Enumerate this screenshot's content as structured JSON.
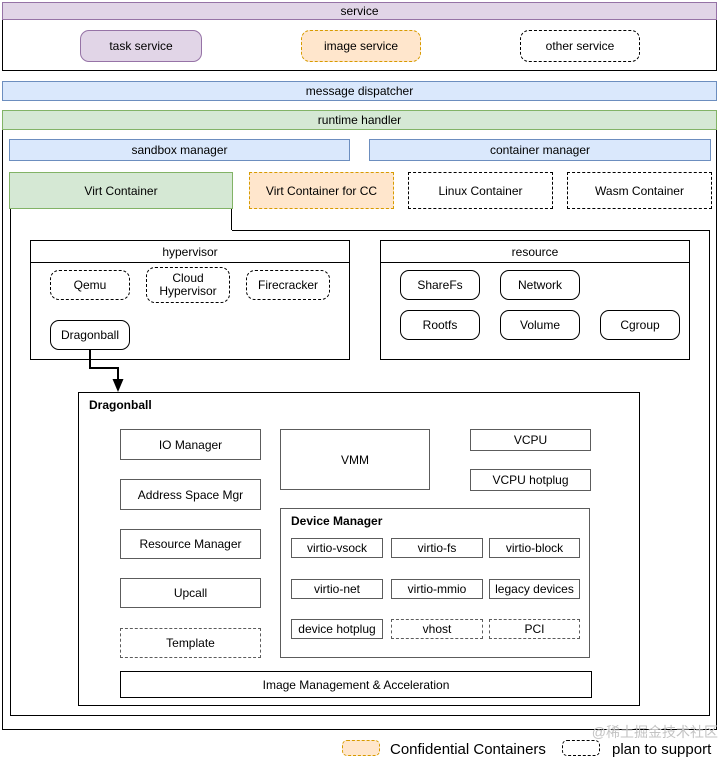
{
  "service": {
    "title": "service",
    "items": [
      {
        "label": "task service"
      },
      {
        "label": "image service"
      },
      {
        "label": "other service"
      }
    ]
  },
  "dispatcher": {
    "title": "message dispatcher"
  },
  "runtime": {
    "title": "runtime handler",
    "sandbox_manager": "sandbox manager",
    "container_manager": "container manager",
    "containers": [
      {
        "label": "Virt Container"
      },
      {
        "label": "Virt Container for CC"
      },
      {
        "label": "Linux Container"
      },
      {
        "label": "Wasm Container"
      }
    ],
    "hypervisor": {
      "title": "hypervisor",
      "items": [
        {
          "label": "Qemu"
        },
        {
          "label": "Cloud Hypervisor"
        },
        {
          "label": "Firecracker"
        },
        {
          "label": "Dragonball"
        }
      ]
    },
    "resource": {
      "title": "resource",
      "items": [
        {
          "label": "ShareFs"
        },
        {
          "label": "Network"
        },
        {
          "label": "Rootfs"
        },
        {
          "label": "Volume"
        },
        {
          "label": "Cgroup"
        }
      ]
    },
    "dragonball": {
      "title": "Dragonball",
      "left_items": [
        {
          "label": "IO Manager"
        },
        {
          "label": "Address Space Mgr"
        },
        {
          "label": "Resource Manager"
        },
        {
          "label": "Upcall"
        },
        {
          "label": "Template"
        }
      ],
      "vmm": "VMM",
      "vcpu": "VCPU",
      "vcpu_hotplug": "VCPU hotplug",
      "device_manager": {
        "title": "Device Manager",
        "items": [
          {
            "label": "virtio-vsock"
          },
          {
            "label": "virtio-fs"
          },
          {
            "label": "virtio-block"
          },
          {
            "label": "virtio-net"
          },
          {
            "label": "virtio-mmio"
          },
          {
            "label": "legacy devices"
          },
          {
            "label": "device hotplug"
          },
          {
            "label": "vhost"
          },
          {
            "label": "PCI"
          }
        ]
      },
      "image_mgmt": "Image Management & Acceleration"
    }
  },
  "legend": {
    "confidential_label": "Confidential Containers",
    "plan_label": "plan to support"
  },
  "watermark": "@稀土掘金技术社区",
  "colors": {
    "purple_fill": "#e1d5e7",
    "purple_stroke": "#9673a6",
    "orange_fill": "#ffe6cc",
    "orange_stroke": "#d79b00",
    "blue_fill": "#dae8fc",
    "blue_stroke": "#6c8ebf",
    "green_fill": "#d5e8d4",
    "green_stroke": "#82b366"
  }
}
